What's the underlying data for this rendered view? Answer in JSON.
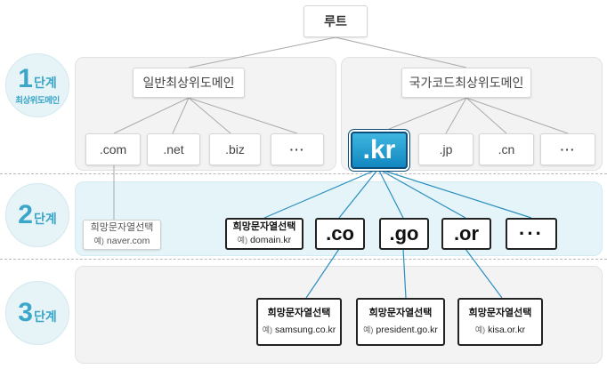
{
  "root": "루트",
  "levels": [
    {
      "num": "1",
      "word": "단계",
      "sub": "최상위도메인"
    },
    {
      "num": "2",
      "word": "단계",
      "sub": ""
    },
    {
      "num": "3",
      "word": "단계",
      "sub": ""
    }
  ],
  "level1": {
    "generic": {
      "title": "일반최상위도메인",
      "items": [
        ".com",
        ".net",
        ".biz",
        "···"
      ]
    },
    "country": {
      "title": "국가코드최상위도메인",
      "items": [
        ".kr",
        ".jp",
        ".cn",
        "···"
      ]
    }
  },
  "level2": {
    "naver": {
      "title": "희망문자열선택",
      "example_prefix": "예)",
      "example": "naver.com"
    },
    "domain": {
      "title": "희망문자열선택",
      "example_prefix": "예)",
      "example": "domain.kr"
    },
    "items": [
      ".co",
      ".go",
      ".or",
      "···"
    ]
  },
  "level3": [
    {
      "title": "희망문자열선택",
      "example_prefix": "예)",
      "example": "samsung.co.kr"
    },
    {
      "title": "희망문자열선택",
      "example_prefix": "예)",
      "example": "president.go.kr"
    },
    {
      "title": "희망문자열선택",
      "example_prefix": "예)",
      "example": "kisa.or.kr"
    }
  ],
  "colors": {
    "accent": "#3aa6c9",
    "kr_box": "#1a8fc9",
    "line_blue": "#2a8fc0",
    "line_gray": "#aaaaaa"
  }
}
